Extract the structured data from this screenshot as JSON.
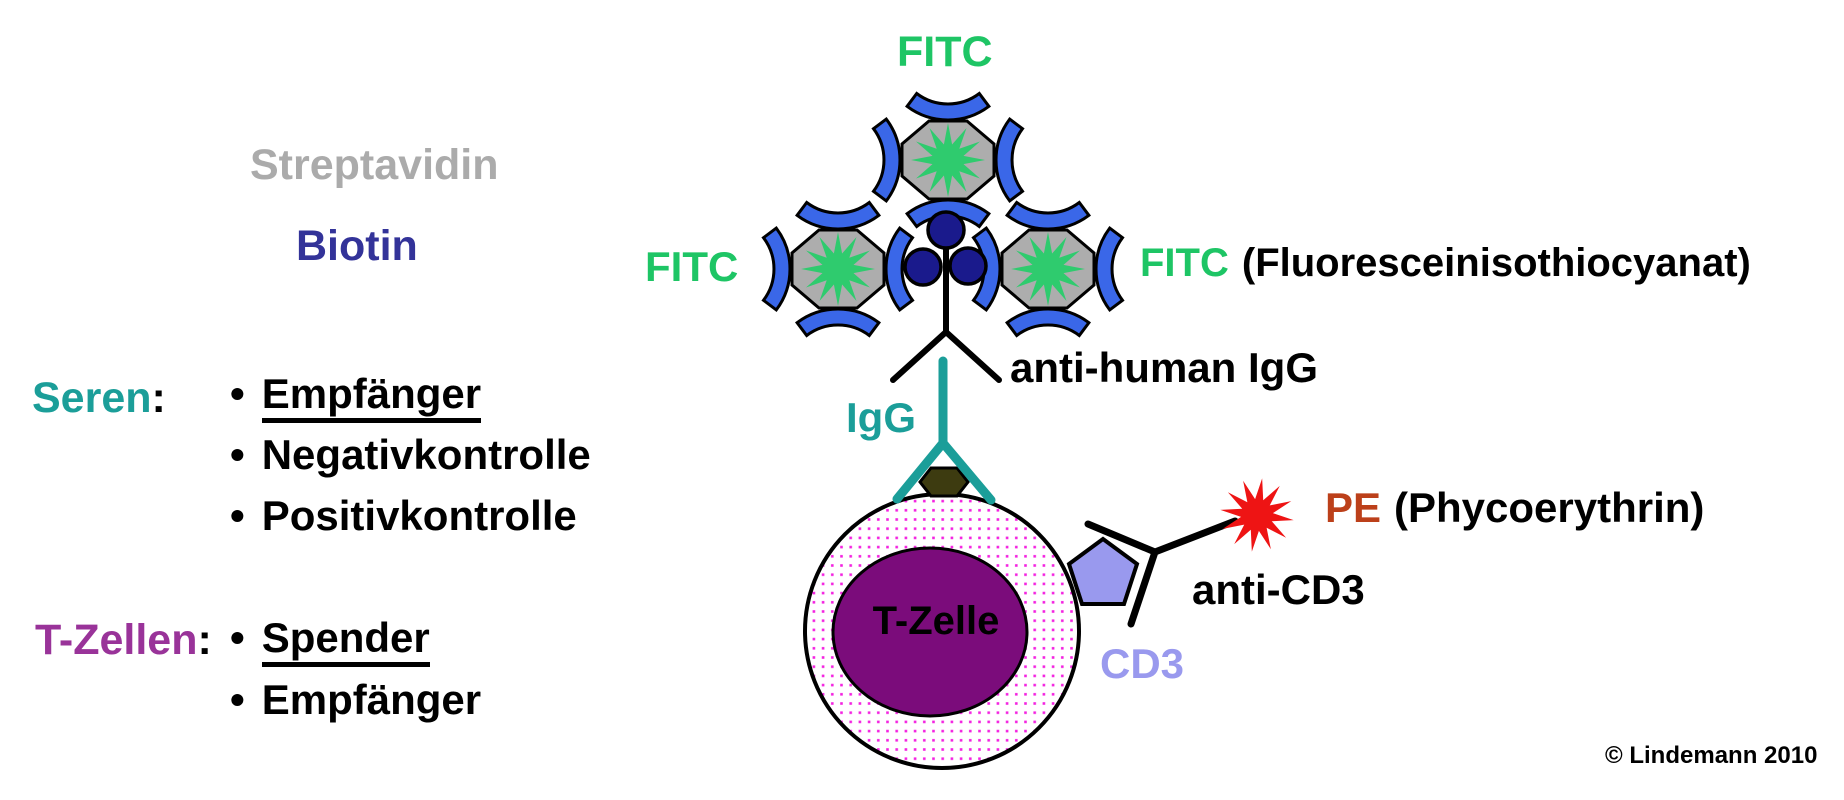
{
  "colors": {
    "fitc_green": "#1EC565",
    "star_green": "#2FCB6E",
    "streptavidin_gray": "#ABABAB",
    "octagon_gray": "#ADADAD",
    "biotin_navy": "#333399",
    "biotin_circle_navy": "#1A1A8C",
    "crescent_blue": "#3A67E8",
    "teal": "#1B9E99",
    "purple": "#993399",
    "nucleus_purple": "#7B0C7B",
    "membrane_dot_pink": "#F322E0",
    "pentagon_lavender": "#9999EE",
    "cd3_lavender": "#9999EE",
    "pe_red_text": "#BC401A",
    "pe_star_red": "#EE1414",
    "olive": "#3D3B10",
    "black": "#000000"
  },
  "labels": {
    "fitc_top": "FITC",
    "streptavidin": "Streptavidin",
    "biotin": "Biotin",
    "fitc_left": "FITC",
    "fitc_right": "FITC",
    "fitc_right_paren": "(Fluoresceinisothiocyanat)",
    "anti_human_igg": "anti-human IgG",
    "igg": "IgG",
    "pe": "PE",
    "pe_paren": "(Phycoerythrin)",
    "anti_cd3": "anti-CD3",
    "cd3": "CD3",
    "t_zelle": "T-Zelle",
    "copyright": "© Lindemann 2010"
  },
  "lists": {
    "seren": {
      "label": "Seren",
      "colon": ":",
      "bullet": "•",
      "items": [
        {
          "text": "Empfänger",
          "underlined": true
        },
        {
          "text": "Negativkontrolle",
          "underlined": false
        },
        {
          "text": "Positivkontrolle",
          "underlined": false
        }
      ]
    },
    "t_zellen": {
      "label": "T-Zellen",
      "colon": ":",
      "bullet": "•",
      "items": [
        {
          "text": "Spender",
          "underlined": true
        },
        {
          "text": "Empfänger",
          "underlined": false
        }
      ]
    }
  },
  "icons": {
    "streptavidin_octagon": "gray-octagon",
    "fitc_starburst": "green-12-point-star",
    "biotin_binding_crescent": "blue-crescent",
    "biotin_molecule": "navy-circle",
    "pe_starburst": "red-12-point-star",
    "t_cell_membrane": "pink-dotted-circle",
    "t_cell_nucleus": "purple-ellipse",
    "cd3_receptor": "lavender-pentagon",
    "surface_antigen": "olive-hexagon",
    "igg_antibody": "teal-y-shape",
    "anti_human_igg_antibody": "black-y-shape",
    "anti_cd3_antibody": "black-y-shape"
  }
}
